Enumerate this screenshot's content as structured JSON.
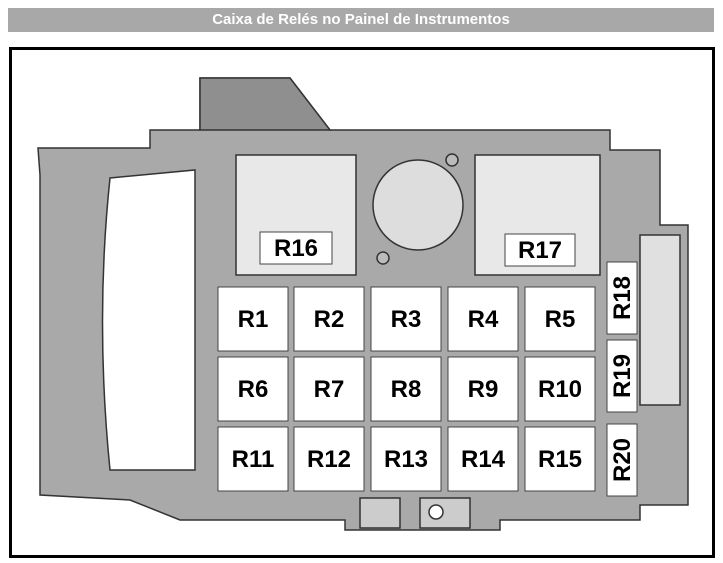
{
  "title": "Caixa de Relés no Painel de Instrumentos",
  "relays": [
    "R1",
    "R2",
    "R3",
    "R4",
    "R5",
    "R6",
    "R7",
    "R8",
    "R9",
    "R10",
    "R11",
    "R12",
    "R13",
    "R14",
    "R15",
    "R16",
    "R17",
    "R18",
    "R19",
    "R20"
  ]
}
